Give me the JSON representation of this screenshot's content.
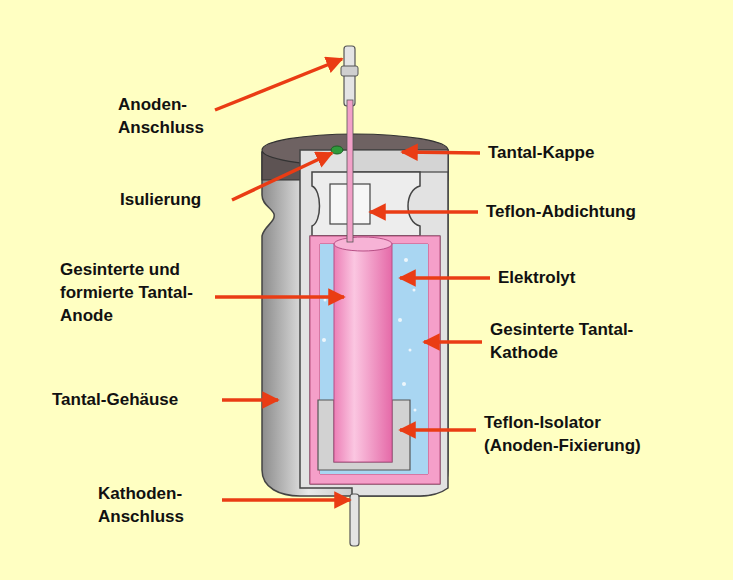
{
  "diagram": {
    "labels": [
      "Anoden- Anschluss",
      "Tantal-Kappe",
      "Isulierung",
      "Teflon-Abdichtung",
      "Gesinterte und formierte Tantal-Anode",
      "Elektrolyt",
      "Gesinterte Tantal-Kathode",
      "Tantal-Gehäuse",
      "Teflon-Isolator (Anoden-Fixierung)",
      "Kathoden- Anschluss"
    ]
  }
}
